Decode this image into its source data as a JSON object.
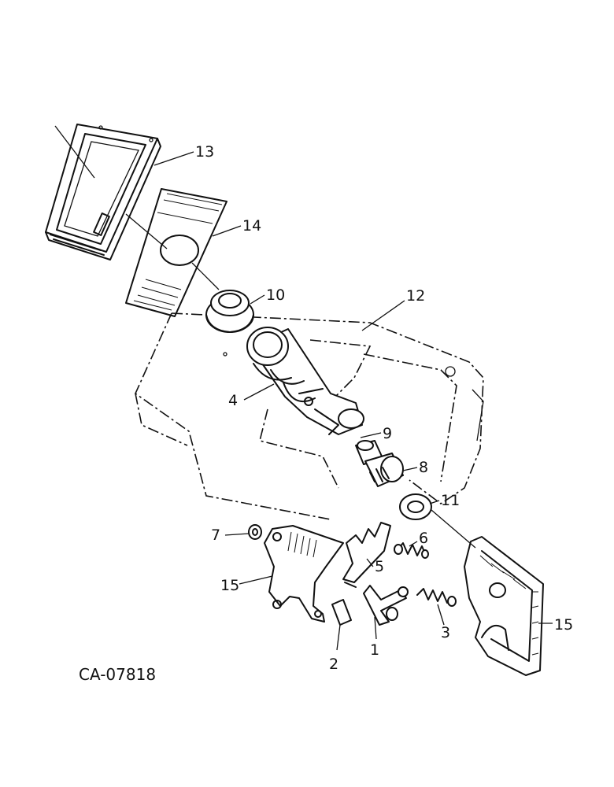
{
  "diagram": {
    "drawing_code": "CA-07818",
    "callouts": [
      "13",
      "14",
      "10",
      "12",
      "4",
      "9",
      "8",
      "11",
      "7",
      "6",
      "5",
      "15",
      "3",
      "15",
      "2",
      "1"
    ]
  }
}
